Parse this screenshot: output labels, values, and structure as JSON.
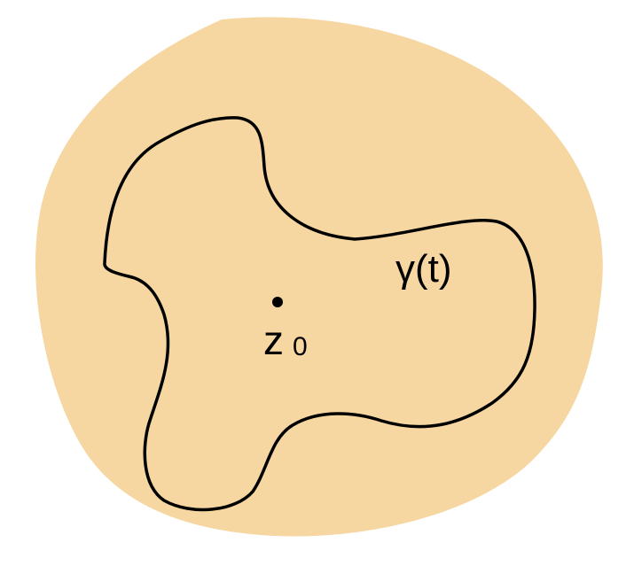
{
  "diagram": {
    "colors": {
      "region_fill": "#F6D6A1",
      "curve_stroke": "#000000",
      "background": "#FFFFFF"
    },
    "curve_label": "γ(t)",
    "point_label": {
      "main": "z",
      "subscript": "0"
    }
  }
}
